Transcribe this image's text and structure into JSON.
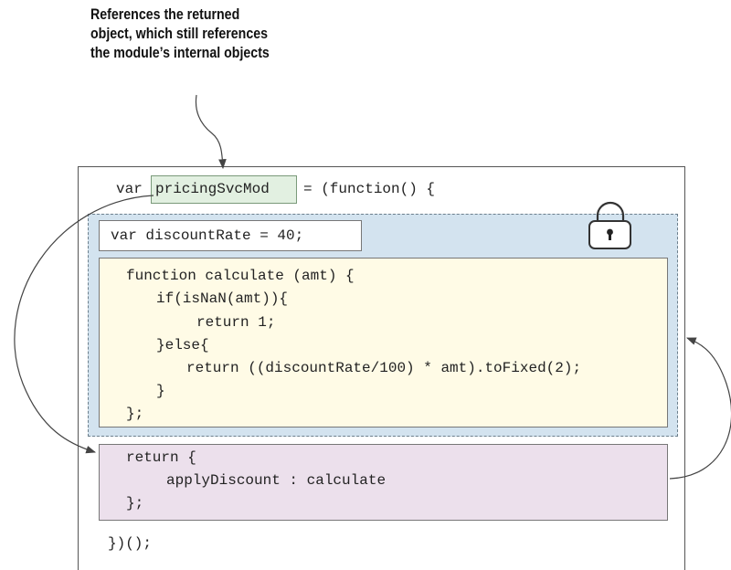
{
  "callout": {
    "line1": "References the returned",
    "line2": "object, which still references",
    "line3": "the module’s internal objects"
  },
  "code": {
    "var_keyword": "var",
    "module_name": "pricingSvcMod",
    "iife_open": "= (function() {",
    "discount_decl": "var discountRate = 40;",
    "fn_line1": "function calculate (amt) {",
    "fn_line2": "if(isNaN(amt)){",
    "fn_line3": "return 1;",
    "fn_line4": "}else{",
    "fn_line5": "return ((discountRate/100) * amt).toFixed(2);",
    "fn_line6": "}",
    "fn_line7": "};",
    "ret_line1": "return {",
    "ret_line2": "applyDiscount : calculate",
    "ret_line3": "};",
    "iife_close": "})();"
  },
  "icons": {
    "lock": "lock-icon"
  },
  "colors": {
    "private_scope": "#d3e3ef",
    "function_body": "#fffbe6",
    "return_object": "#ece0ec",
    "module_variable": "#e2f0e1"
  }
}
